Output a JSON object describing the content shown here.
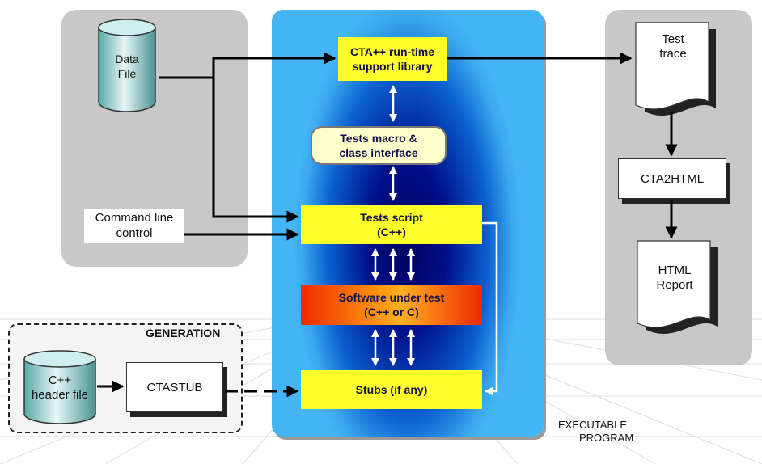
{
  "boxes": {
    "data_file": [
      "Data",
      "File"
    ],
    "runtime_library": [
      "CTA++ run-time",
      "support library"
    ],
    "tests_macro": [
      "Tests macro &",
      "class interface"
    ],
    "tests_script": [
      "Tests script",
      "(C++)"
    ],
    "software_under_test": [
      "Software under test",
      "(C++ or C)"
    ],
    "stubs": "Stubs (if any)",
    "command_line": [
      "Command line",
      "control"
    ],
    "cpp_header": [
      "C++",
      "header file"
    ],
    "ctastub": "CTASTUB",
    "test_trace": [
      "Test",
      "trace"
    ],
    "cta2html": "CTA2HTML",
    "html_report": [
      "HTML",
      "Report"
    ]
  },
  "labels": {
    "generation": "GENERATION",
    "executable_program": [
      "EXECUTABLE",
      "PROGRAM"
    ]
  },
  "colors": {
    "panel_gray": "#c8c8c8",
    "box_yellow": "#ffff2a",
    "text_navy": "#0e0e4a",
    "center_blue": "#0a5fd0"
  }
}
